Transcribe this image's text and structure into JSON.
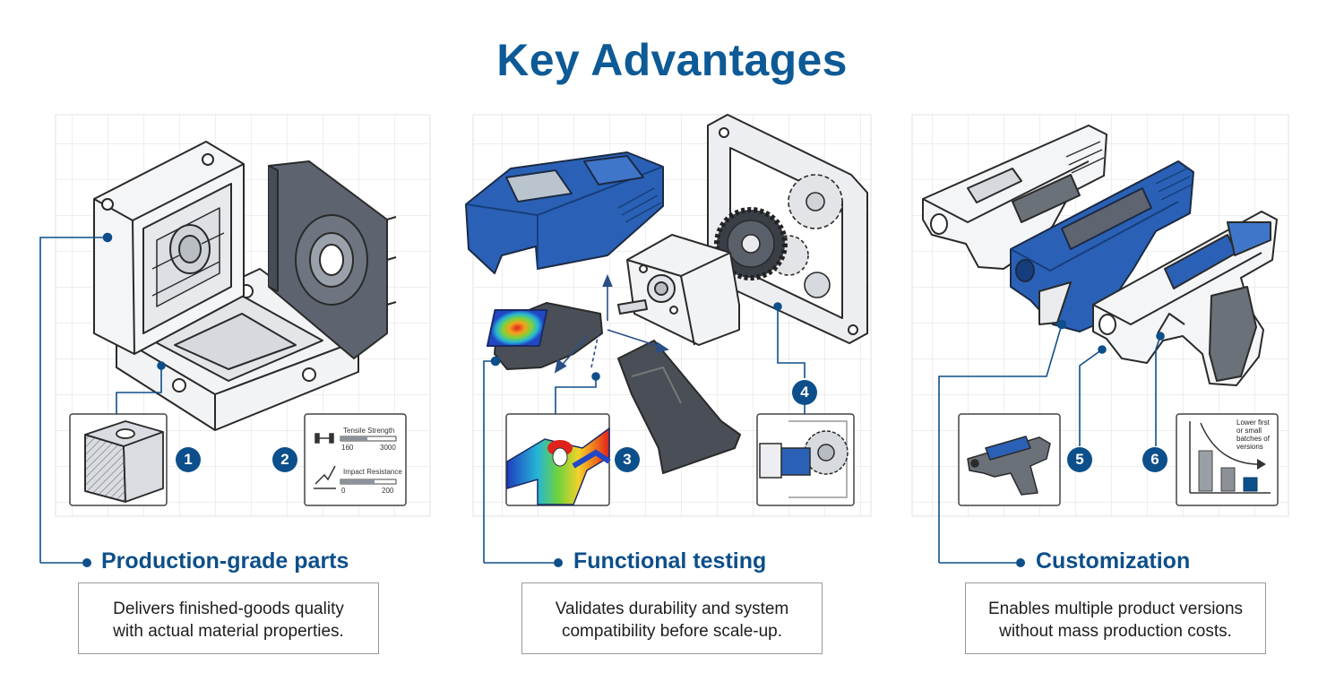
{
  "title": "Key Advantages",
  "colors": {
    "accent": "#0d4f8a",
    "title": "#0d5a96",
    "part_blue": "#2a61b6"
  },
  "columns": [
    {
      "heading": "Production-grade parts",
      "description_lines": [
        "Delivers finished-goods quality",
        "with actual material properties."
      ],
      "badges": [
        "1",
        "2"
      ]
    },
    {
      "heading": "Functional testing",
      "description_lines": [
        "Validates durability and system",
        "compatibility before scale-up."
      ],
      "badges": [
        "3",
        "4"
      ]
    },
    {
      "heading": "Customization",
      "description_lines": [
        "Enables multiple product versions",
        "without mass production costs."
      ],
      "badges": [
        "5",
        "6"
      ]
    }
  ],
  "callout2": {
    "tensile_label": "Tensile Strength",
    "tensile_min": "160",
    "tensile_max": "3000",
    "impact_label": "Impact Resistance",
    "impact_min": "0",
    "impact_max": "200"
  },
  "callout6": {
    "lines": [
      "Lower first",
      "or small",
      "batches of",
      "versions"
    ]
  }
}
